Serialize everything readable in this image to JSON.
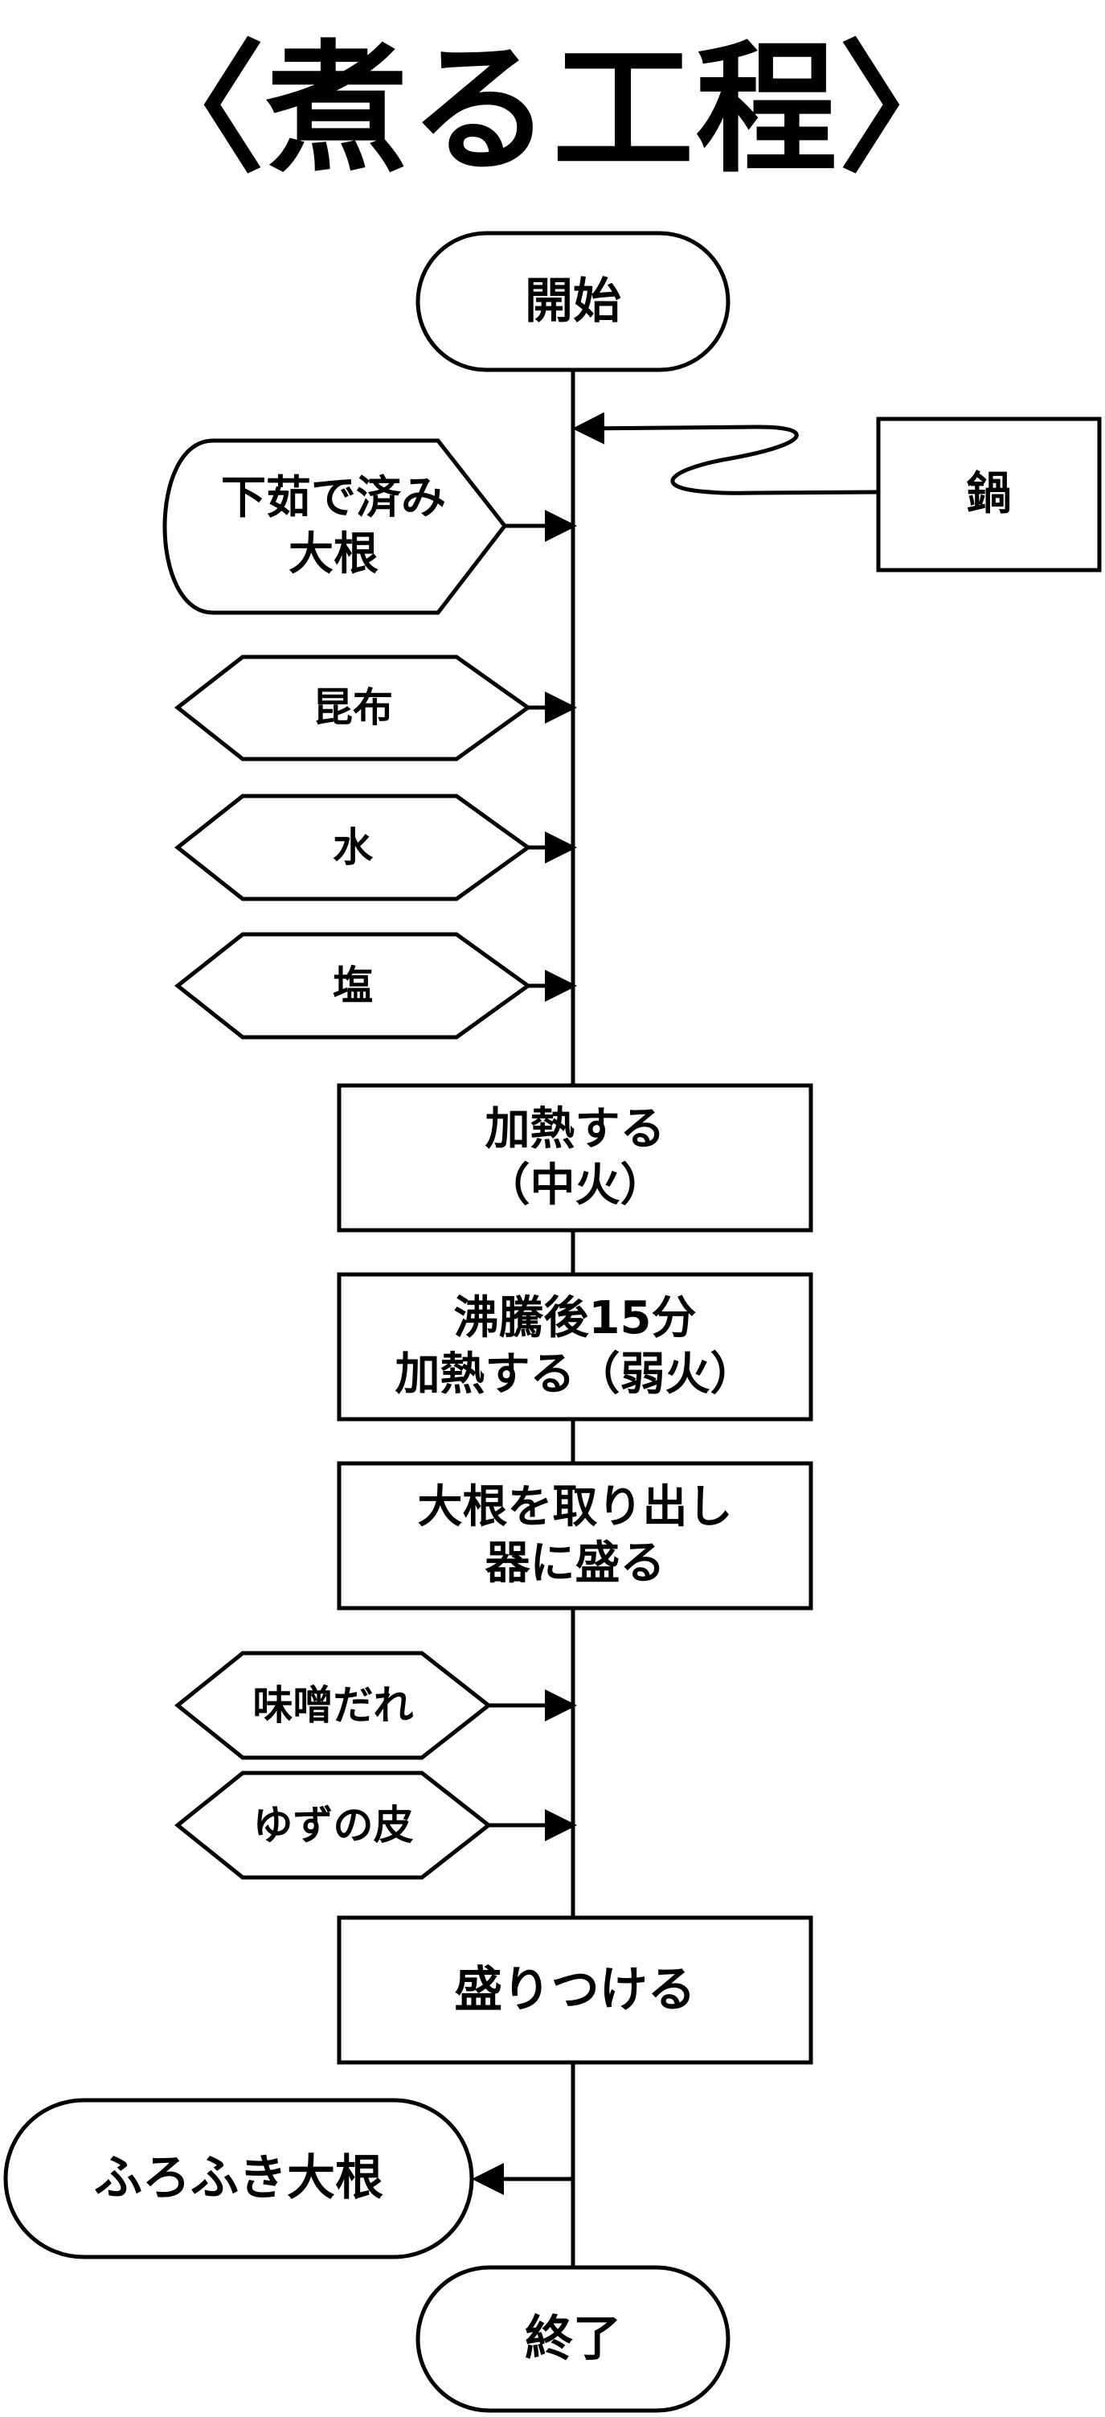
{
  "title": "〈煮る工程〉",
  "nodes": {
    "start": "開始",
    "pot": "鍋",
    "daikon_pre": [
      "下茹で済み",
      "大根"
    ],
    "kombu": "昆布",
    "water": "水",
    "salt": "塩",
    "heat": [
      "加熱する",
      "（中火）"
    ],
    "boil": [
      "沸騰後15分",
      "加熱する（弱火）"
    ],
    "serve": [
      "大根を取り出し",
      "器に盛る"
    ],
    "miso": "味噌だれ",
    "yuzu": "ゆずの皮",
    "garnish": "盛りつける",
    "product": "ふろふき大根",
    "end": "終了"
  }
}
